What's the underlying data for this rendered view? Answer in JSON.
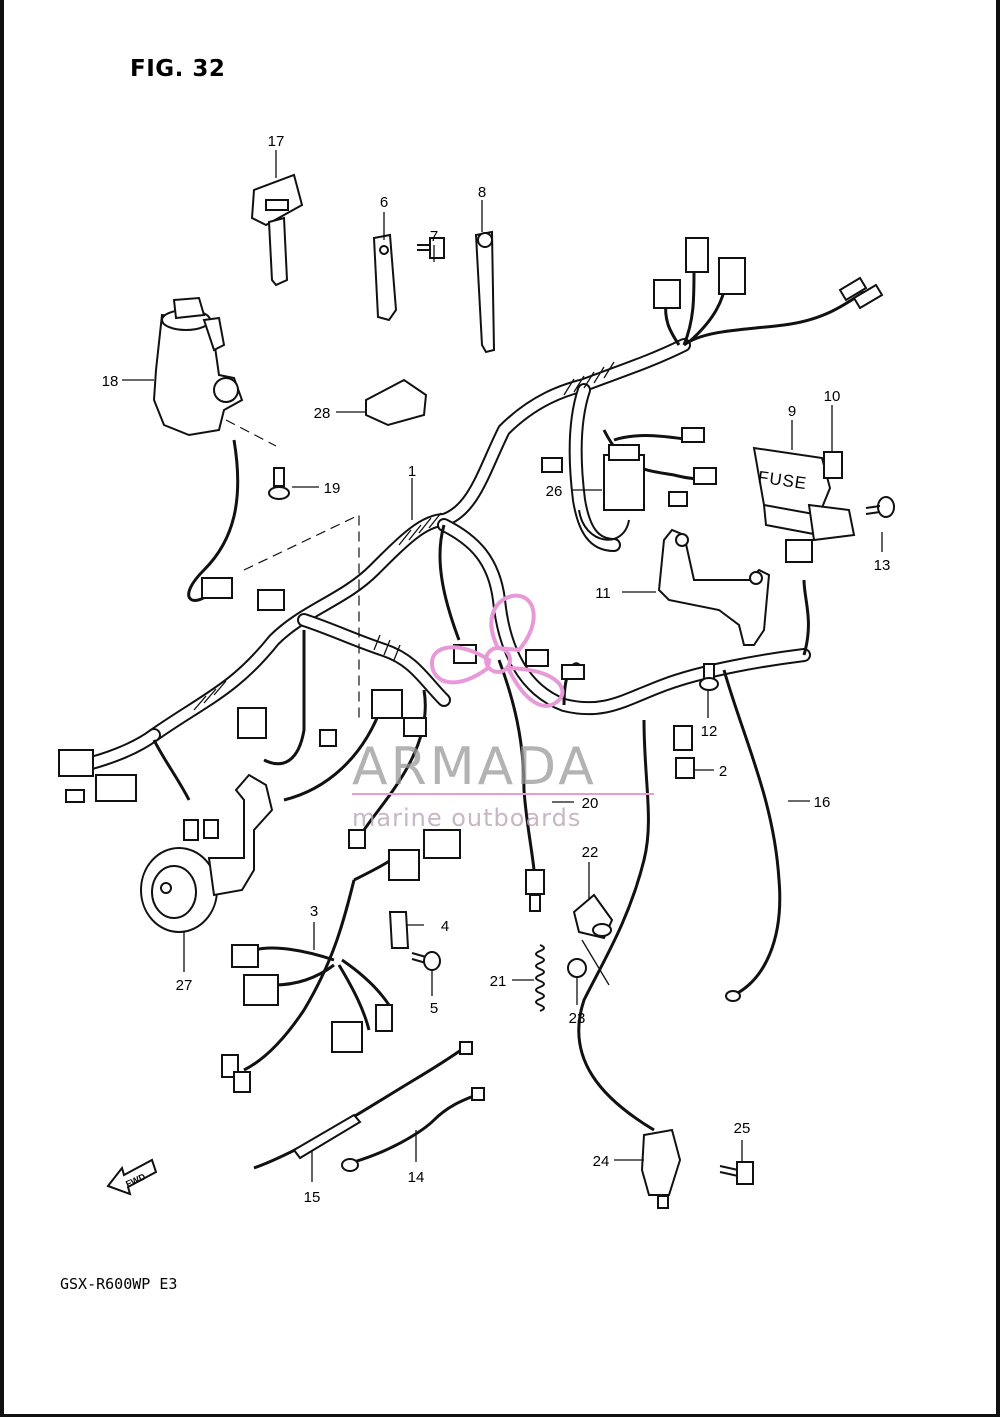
{
  "figure": {
    "title": "FIG. 32",
    "model": "GSX-R600WP E3",
    "fwd_label": "FWD"
  },
  "callouts": [
    {
      "id": "1",
      "label": "1"
    },
    {
      "id": "2",
      "label": "2"
    },
    {
      "id": "3",
      "label": "3"
    },
    {
      "id": "4",
      "label": "4"
    },
    {
      "id": "5",
      "label": "5"
    },
    {
      "id": "6",
      "label": "6"
    },
    {
      "id": "7",
      "label": "7"
    },
    {
      "id": "8",
      "label": "8"
    },
    {
      "id": "9",
      "label": "9"
    },
    {
      "id": "10",
      "label": "10"
    },
    {
      "id": "11",
      "label": "11"
    },
    {
      "id": "12",
      "label": "12"
    },
    {
      "id": "13",
      "label": "13"
    },
    {
      "id": "14",
      "label": "14"
    },
    {
      "id": "15",
      "label": "15"
    },
    {
      "id": "16",
      "label": "16"
    },
    {
      "id": "17",
      "label": "17"
    },
    {
      "id": "18",
      "label": "18"
    },
    {
      "id": "19",
      "label": "19"
    },
    {
      "id": "20",
      "label": "20"
    },
    {
      "id": "21",
      "label": "21"
    },
    {
      "id": "22",
      "label": "22"
    },
    {
      "id": "23",
      "label": "23"
    },
    {
      "id": "24",
      "label": "24"
    },
    {
      "id": "25",
      "label": "25"
    },
    {
      "id": "26",
      "label": "26"
    },
    {
      "id": "27",
      "label": "27"
    },
    {
      "id": "28",
      "label": "28"
    }
  ],
  "fuse_box_label": "FUSE",
  "watermark": {
    "brand": "ARMADA",
    "tagline": "marine outboards",
    "accent_color": "#e79ad7",
    "text_color": "#9a9a9a"
  }
}
